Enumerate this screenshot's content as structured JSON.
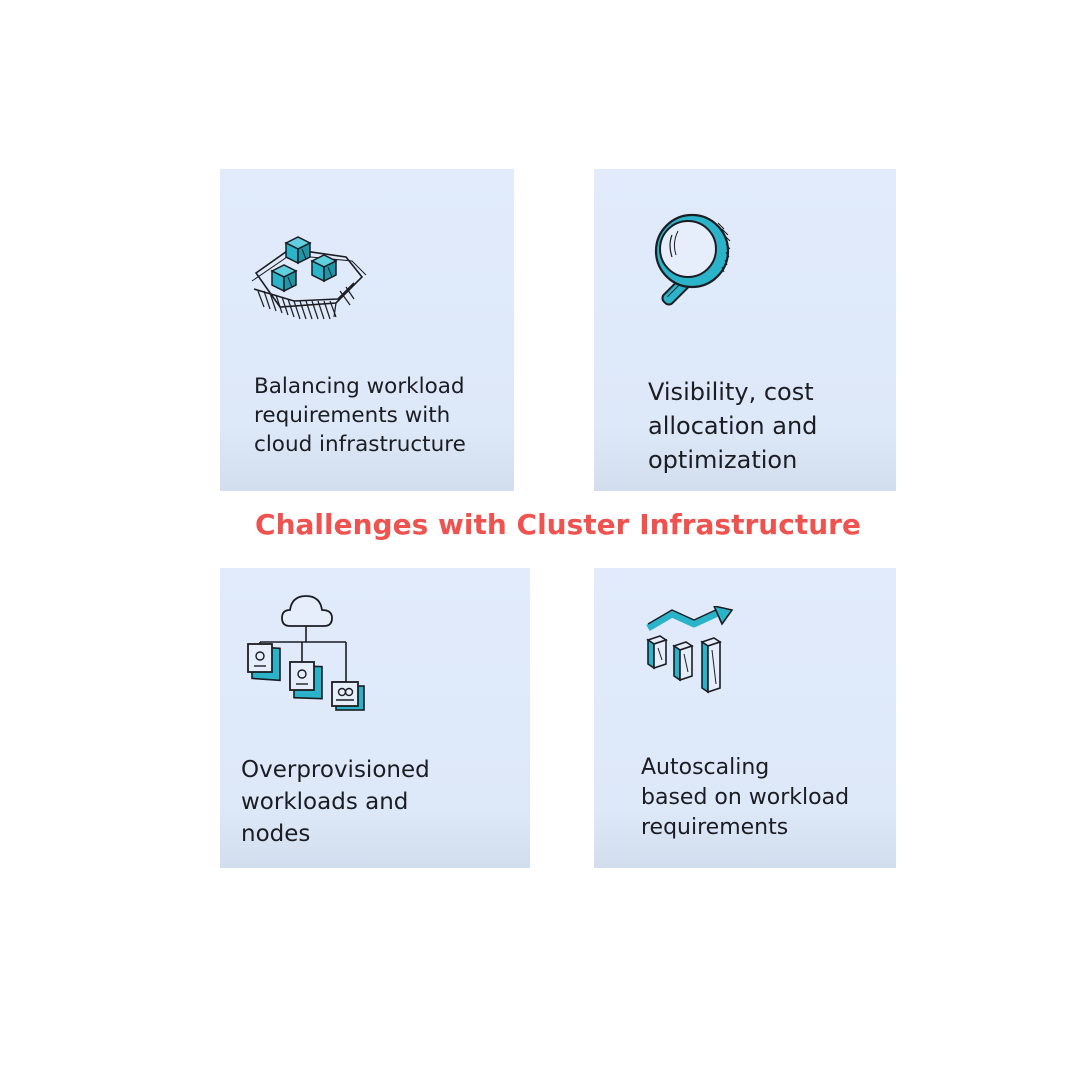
{
  "title": "Challenges with Cluster Infrastructure",
  "colors": {
    "title": "#ef5350",
    "accent": "#2ab3c9",
    "card_background": "#e1ebfb",
    "text": "#1c1d22"
  },
  "cards": [
    {
      "text": "Balancing workload\nrequirements with\ncloud infrastructure",
      "icon": "container-blocks-icon"
    },
    {
      "text": "Visibility, cost\nallocation and\noptimization",
      "icon": "magnifying-glass-icon"
    },
    {
      "text": "Overprovisioned\nworkloads and\nnodes",
      "icon": "cloud-network-icon"
    },
    {
      "text": "Autoscaling\nbased on workload\nrequirements",
      "icon": "growth-chart-icon"
    }
  ]
}
